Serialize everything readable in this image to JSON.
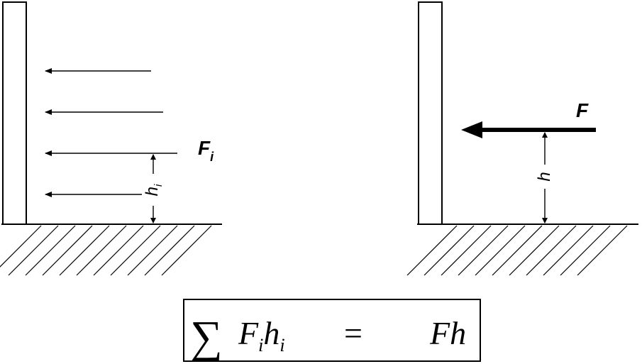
{
  "left_panel": {
    "force_label": "F",
    "force_subscript": "i",
    "height_label": "h",
    "height_subscript": "i"
  },
  "right_panel": {
    "force_label": "F",
    "height_label": "h"
  },
  "equation": {
    "sigma": "∑",
    "lhs_force": "F",
    "lhs_force_sub": "i",
    "lhs_height": "h",
    "lhs_height_sub": "i",
    "equals": "=",
    "rhs": "Fh"
  }
}
